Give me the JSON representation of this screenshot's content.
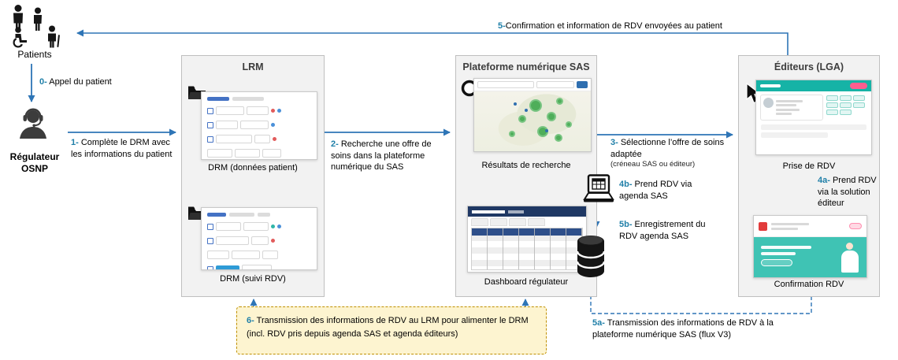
{
  "colors": {
    "arrow": "#2E75B6",
    "step_number": "#1F7FA8",
    "box_bg": "#F2F2F2",
    "box_border": "#BFBFBF",
    "note_bg": "#FDF4D0",
    "note_border": "#BF9000"
  },
  "icons": {
    "patients": "patients-group-icon",
    "regulateur": "headset-agent-icon",
    "lrm_docs": "folder-icon",
    "sas_search": "search-icon",
    "editeurs_pointer": "cursor-icon",
    "agenda_sas": "laptop-calendar-icon",
    "storage": "database-icon"
  },
  "actors": {
    "patients": "Patients",
    "regulateur": "Régulateur OSNP"
  },
  "boxes": {
    "lrm": {
      "title": "LRM",
      "caption_top": "DRM (données patient)",
      "caption_bottom": "DRM (suivi RDV)"
    },
    "sas": {
      "title": "Plateforme numérique SAS",
      "caption_top": "Résultats de recherche",
      "caption_bottom": "Dashboard régulateur"
    },
    "editeurs": {
      "title": "Éditeurs (LGA)",
      "caption_top": "Prise de RDV",
      "caption_bottom": "Confirmation RDV"
    }
  },
  "steps": {
    "s0": {
      "num": "0-",
      "text": " Appel du patient"
    },
    "s1": {
      "num": "1-",
      "text": " Complète le DRM avec les informations du patient"
    },
    "s2": {
      "num": "2-",
      "text": " Recherche une offre de soins dans la plateforme numérique du SAS"
    },
    "s3": {
      "num": "3-",
      "text": " Sélectionne l’offre de soins adaptée",
      "sub": "(créneau SAS ou éditeur)"
    },
    "s4a": {
      "num": "4a-",
      "text": " Prend RDV via la solution éditeur"
    },
    "s4b": {
      "num": "4b-",
      "text": " Prend RDV via agenda SAS"
    },
    "s5": {
      "num": "5-",
      "text": "Confirmation et information de RDV envoyées au patient"
    },
    "s5a": {
      "num": "5a-",
      "text": " Transmission des informations de RDV à la plateforme numérique SAS (flux V3)"
    },
    "s5b": {
      "num": "5b-",
      "text": " Enregistrement du RDV agenda SAS"
    },
    "s6": {
      "num": "6-",
      "text": " Transmission des informations de RDV au LRM pour alimenter le DRM (incl. RDV pris depuis agenda SAS et agenda éditeurs)"
    }
  }
}
